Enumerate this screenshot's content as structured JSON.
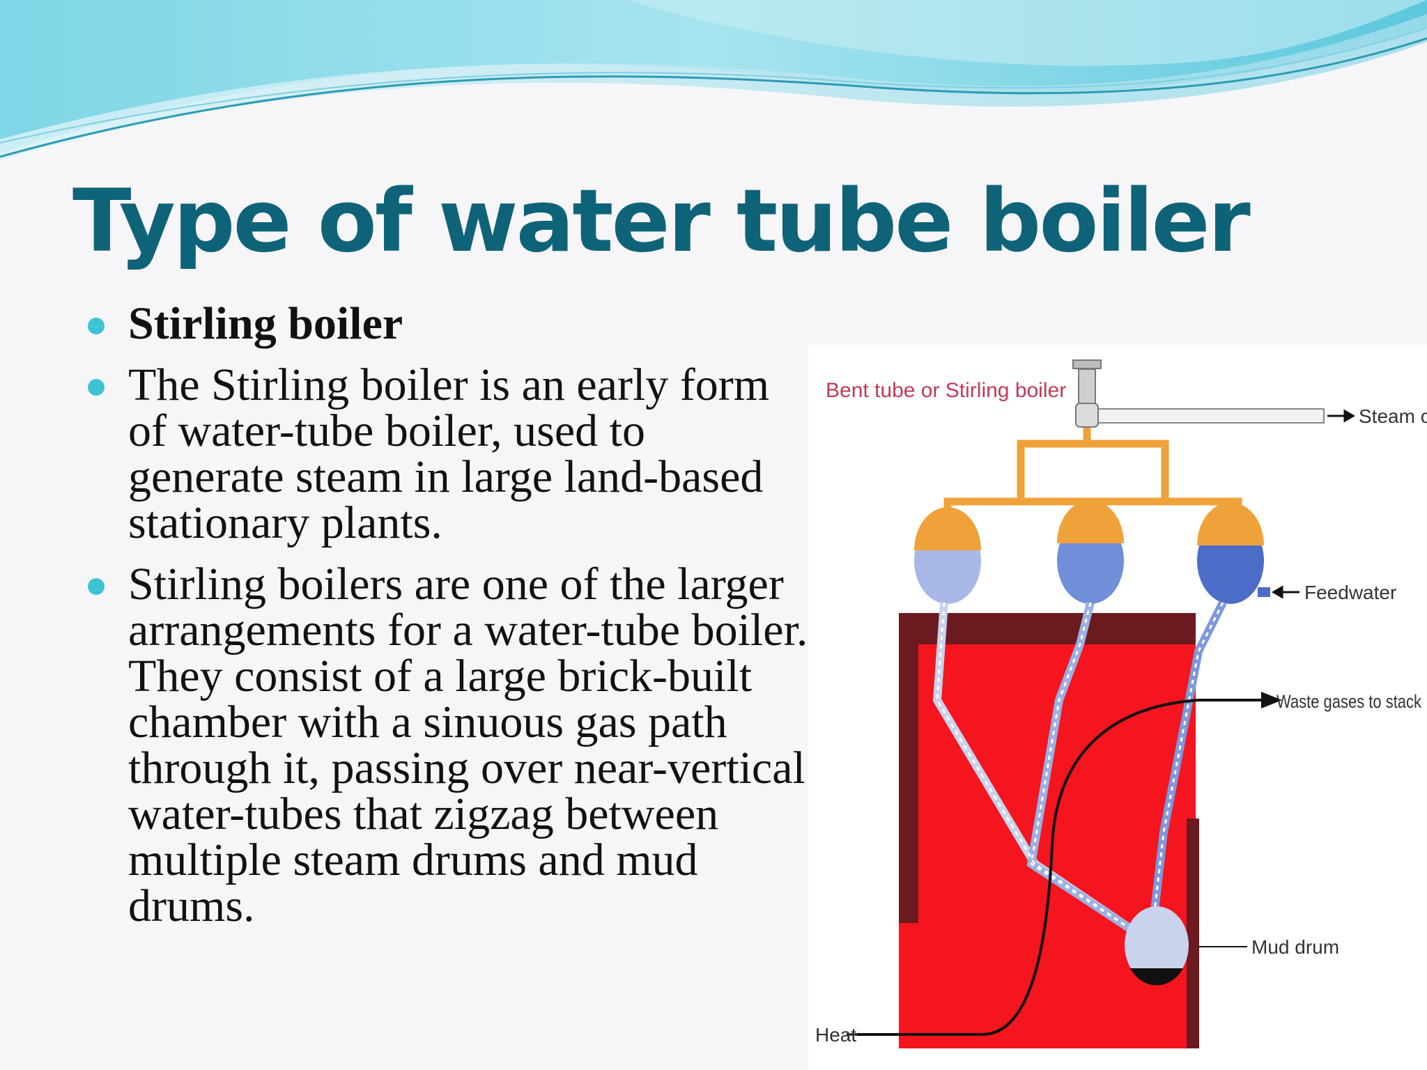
{
  "slide": {
    "title": "Type of water tube boiler",
    "bullets": [
      {
        "text": "Stirling boiler",
        "bold": true
      },
      {
        "text": "The Stirling boiler is an early form of water-tube boiler, used to generate steam in large land-based stationary plants.",
        "bold": false
      },
      {
        "text": "Stirling boilers are one of the larger arrangements for a water-tube boiler. They consist of a large brick-built chamber with a sinuous gas path through it, passing over near-vertical water-tubes that zigzag between multiple steam drums and mud drums.",
        "bold": false
      }
    ]
  },
  "diagram": {
    "title": "Bent tube or Stirling boiler",
    "labels": {
      "steam_offtake": "Steam off-take",
      "feedwater": "Feedwater",
      "waste_gases": "Waste gases to stack",
      "mud_drum": "Mud drum",
      "heat": "Heat"
    },
    "colors": {
      "furnace": "#f4151f",
      "furnace_wall": "#6b1a1f",
      "steam_pipe": "#f0a23a",
      "water_light": "#a9b8e6",
      "water_mid": "#6f8fd8",
      "water_dark": "#4c6cc8",
      "title": "#c23a55"
    }
  },
  "theme": {
    "title_color": "#0f6379",
    "bullet_color": "#3ec3d6"
  }
}
